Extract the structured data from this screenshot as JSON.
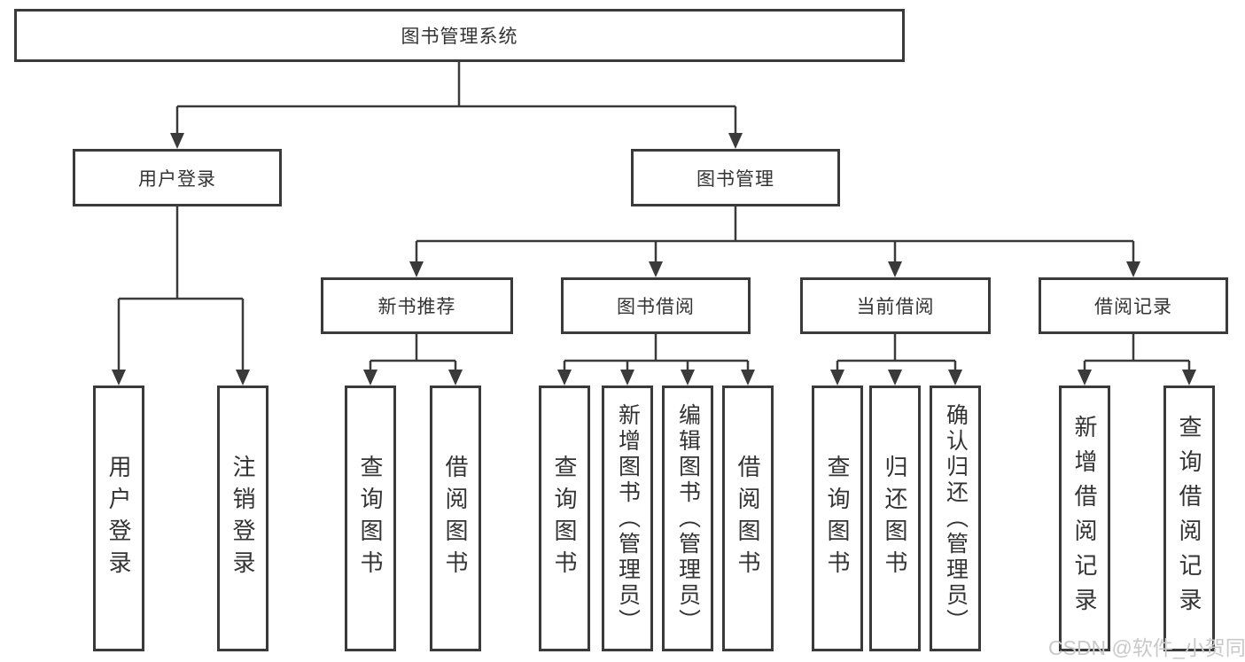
{
  "watermark": "CSDN @软件_小贺同学",
  "colors": {
    "line": "#3a3a3a",
    "box_border": "#3a3a3a",
    "text": "#333333",
    "watermark": "#c9c9c9",
    "background": "#ffffff"
  },
  "tree": {
    "root": "图书管理系统",
    "branches": [
      {
        "label": "用户登录",
        "children": [
          "用户登录",
          "注销登录"
        ]
      },
      {
        "label": "图书管理",
        "groups": [
          {
            "label": "新书推荐",
            "children": [
              "查询图书",
              "借阅图书"
            ]
          },
          {
            "label": "图书借阅",
            "children": [
              "查询图书",
              "新增图书（管理员）",
              "编辑图书（管理员）",
              "借阅图书"
            ]
          },
          {
            "label": "当前借阅",
            "children": [
              "查询图书",
              "归还图书",
              "确认归还（管理员）"
            ]
          },
          {
            "label": "借阅记录",
            "children": [
              "新增借阅记录",
              "查询借阅记录"
            ]
          }
        ]
      }
    ]
  }
}
